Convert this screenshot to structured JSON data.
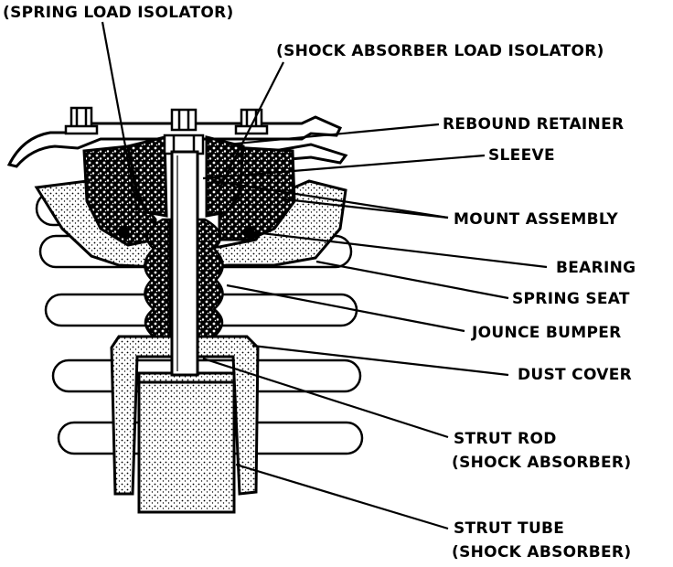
{
  "diagram": {
    "labels": {
      "spring_load_isolator": "(SPRING LOAD ISOLATOR)",
      "shock_absorber_load_isolator": "(SHOCK ABSORBER LOAD ISOLATOR)",
      "rebound_retainer": "REBOUND RETAINER",
      "sleeve": "SLEEVE",
      "mount_assembly": "MOUNT ASSEMBLY",
      "bearing": "BEARING",
      "spring_seat": "SPRING SEAT",
      "jounce_bumper": "JOUNCE BUMPER",
      "dust_cover": "DUST COVER",
      "strut_rod_line1": "STRUT ROD",
      "strut_rod_line2": "(SHOCK ABSORBER)",
      "strut_tube_line1": "STRUT TUBE",
      "strut_tube_line2": "(SHOCK ABSORBER)"
    }
  }
}
